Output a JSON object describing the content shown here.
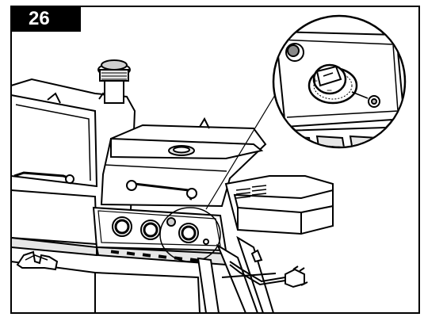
{
  "step": {
    "number": "26"
  },
  "illustration": {
    "subject": "gas-grill-with-side-burner",
    "callout_detail": "ignition-knob-plus-minus",
    "knob_marks": {
      "plus": "+",
      "minus": "−"
    }
  },
  "colors": {
    "line": "#000000",
    "fill": "#ffffff",
    "shade": "#e6e6e6",
    "badge": "#000000"
  }
}
